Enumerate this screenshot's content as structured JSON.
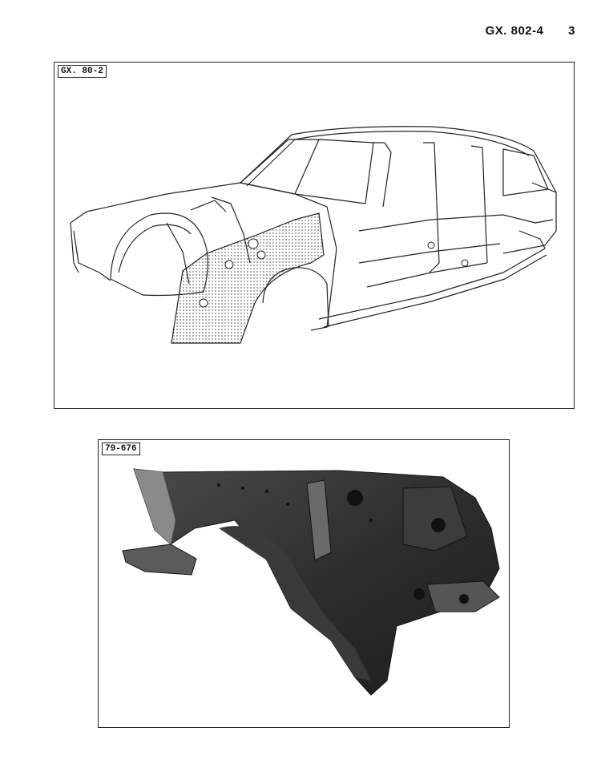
{
  "header": {
    "doc_code": "GX. 802-4",
    "page_number": "3"
  },
  "figure1": {
    "tag": "GX. 80-2"
  },
  "figure2": {
    "tag": "79-676"
  }
}
